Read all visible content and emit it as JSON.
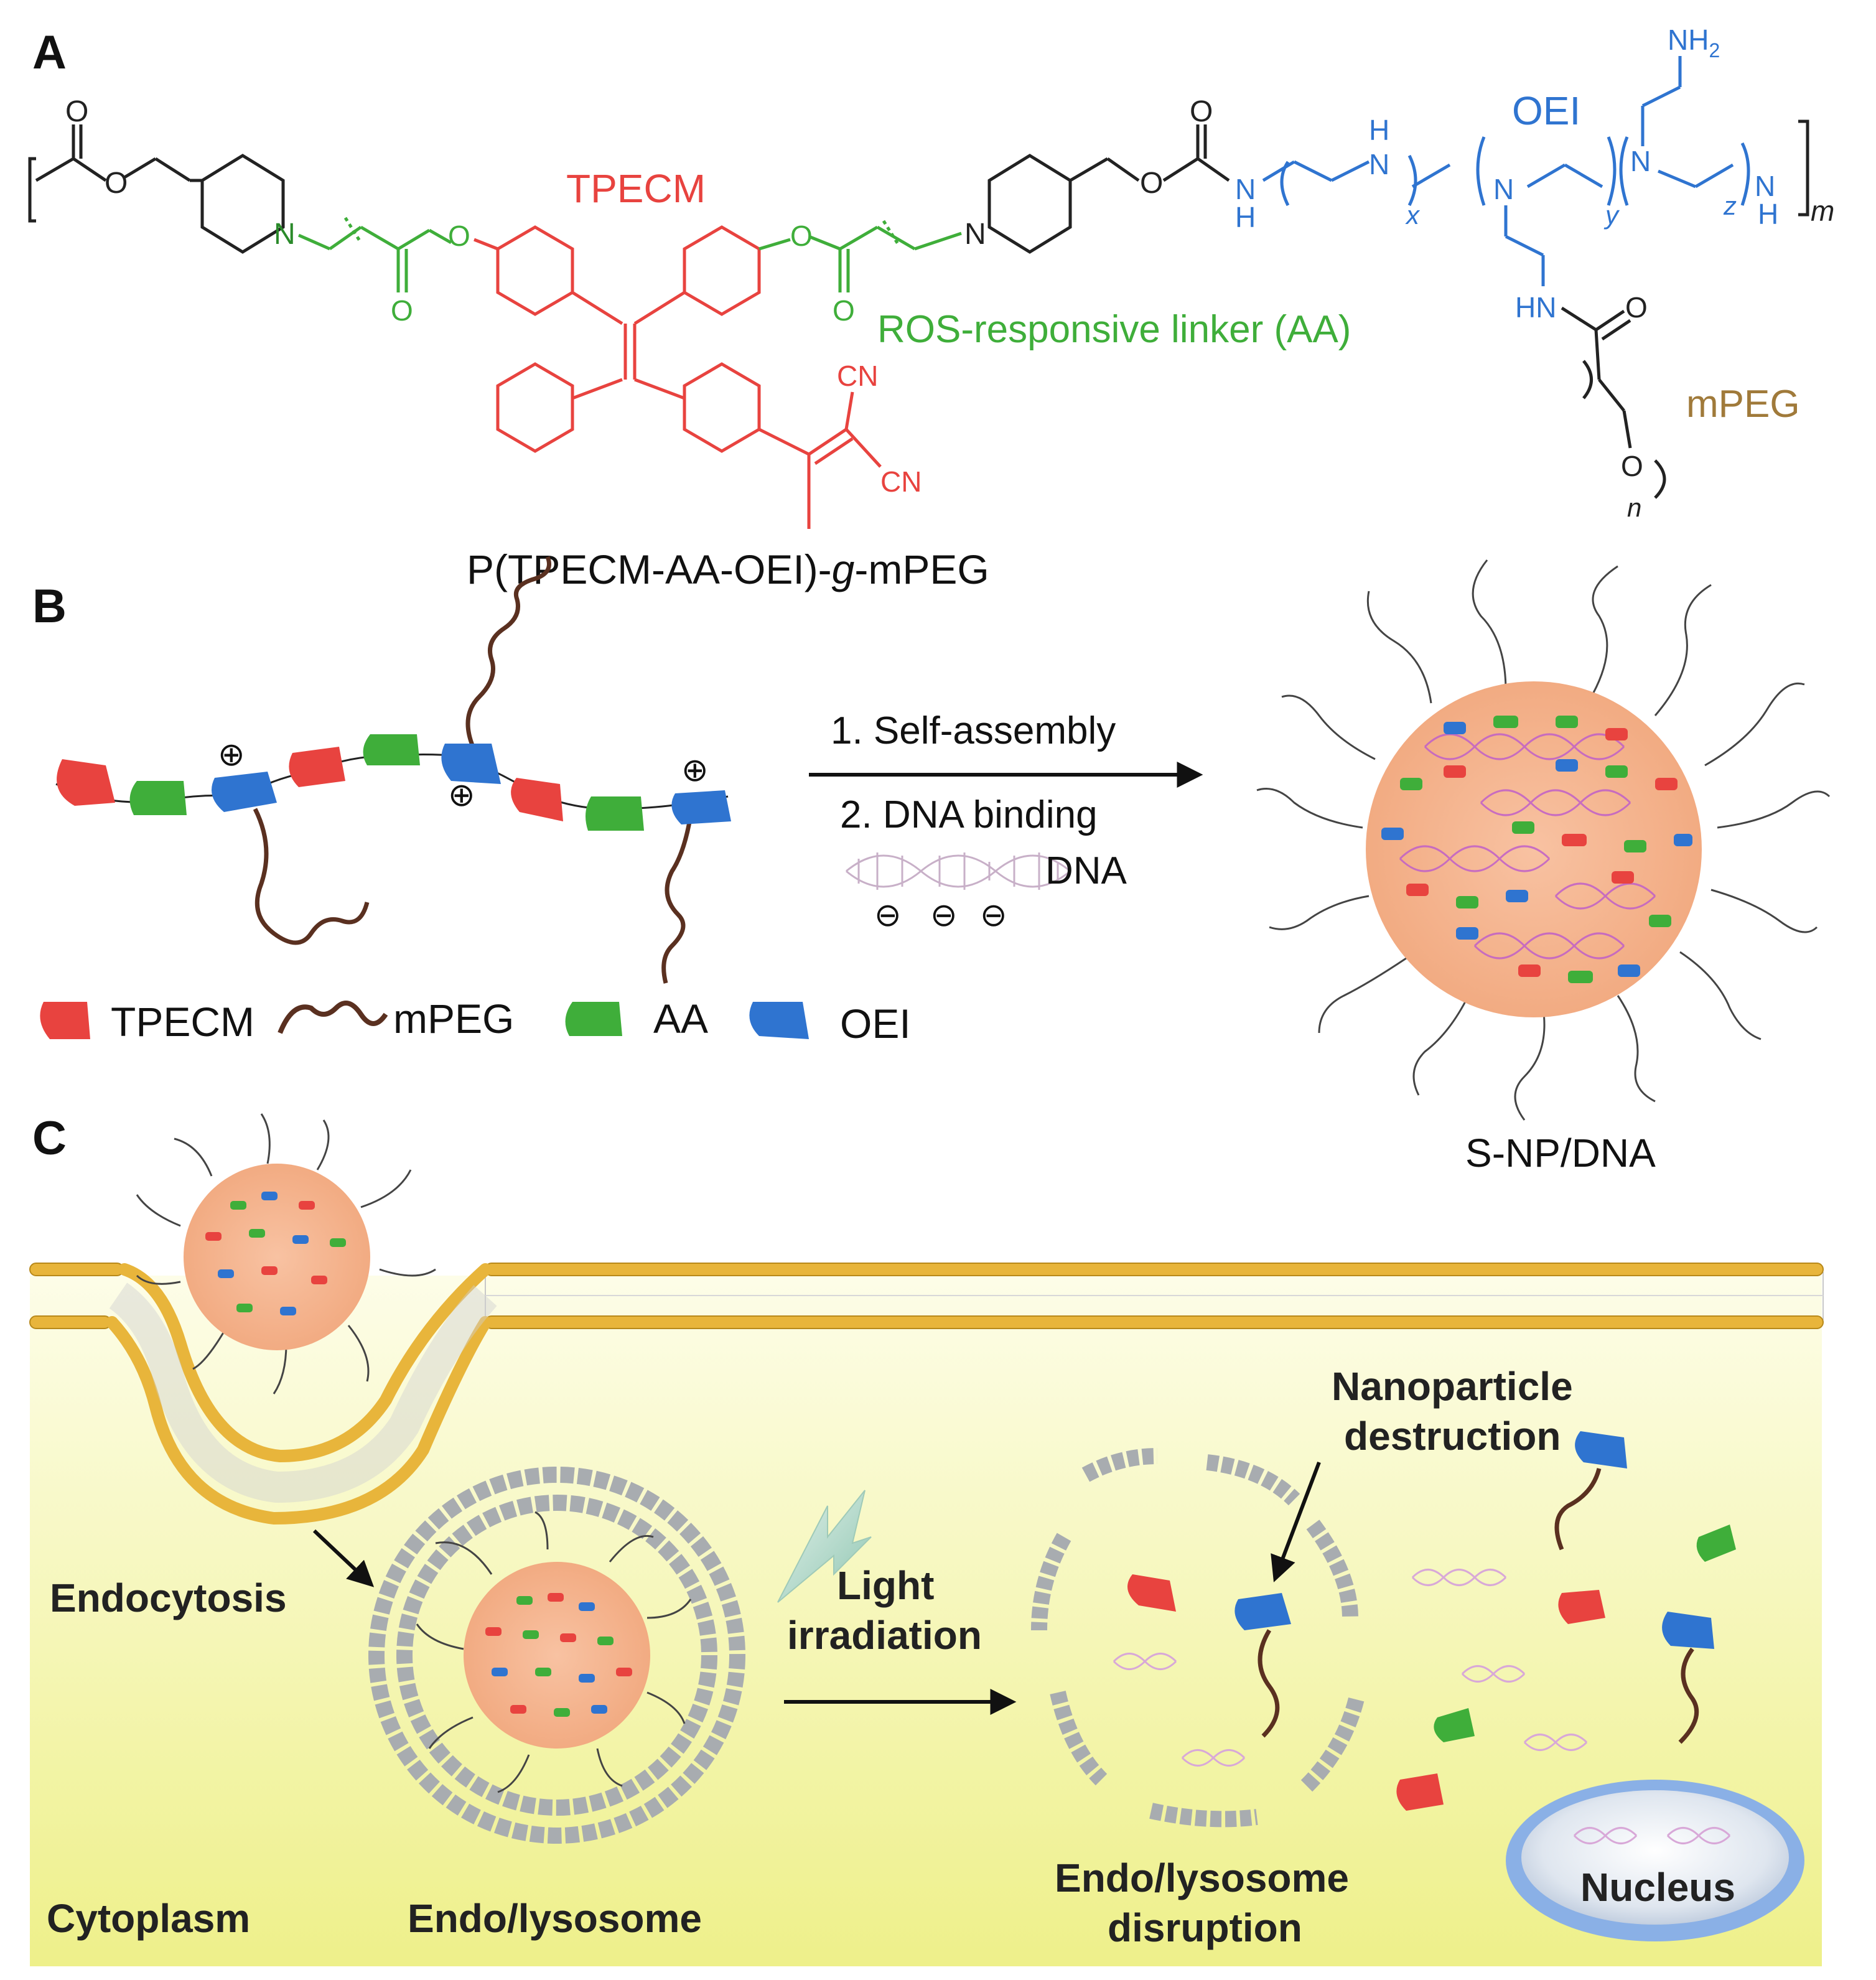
{
  "colors": {
    "tpecm": "#e8433f",
    "aa": "#3fae3a",
    "oei": "#2f74d0",
    "peg": "#a07a3a",
    "core": "#f5b48e",
    "membrane_head": "#e8b53b",
    "vesicle_head": "#a8acb0",
    "cytoplasm_top": "#fdfde8",
    "cytoplasm_bottom": "#eef08a",
    "nucleus_rim": "#8ab0e6",
    "dna": "#c060c8"
  },
  "panelA": {
    "label": "A",
    "tpecm": "TPECM",
    "oei": "OEI",
    "linker": "ROS-responsive linker (AA)",
    "mpeg": "mPEG",
    "polymer_name_pre": "P(TPECM-AA-OEI)-",
    "polymer_name_g": "g",
    "polymer_name_post": "-mPEG",
    "atoms": {
      "o": "O",
      "n": "N",
      "nh": "NH",
      "h": "H",
      "hn": "HN",
      "cn": "CN",
      "nh2": "NH",
      "nh2_sub": "2",
      "x": "x",
      "y": "y",
      "z": "z",
      "m": "m",
      "n_sub": "n"
    }
  },
  "panelB": {
    "label": "B",
    "step1": "1. Self-assembly",
    "step2": "2. DNA binding",
    "dna": "DNA",
    "plus": "⊕",
    "minus": "⊖",
    "product": "S-NP/DNA",
    "legend": {
      "tpecm": "TPECM",
      "mpeg": "mPEG",
      "aa": "AA",
      "oei": "OEI"
    }
  },
  "panelC": {
    "label": "C",
    "endocytosis": "Endocytosis",
    "light_line1": "Light",
    "light_line2": "irradiation",
    "destruction_line1": "Nanoparticle",
    "destruction_line2": "destruction",
    "cytoplasm": "Cytoplasm",
    "endolysosome": "Endo/lysosome",
    "disruption_line1": "Endo/lysosome",
    "disruption_line2": "disruption",
    "nucleus": "Nucleus"
  }
}
